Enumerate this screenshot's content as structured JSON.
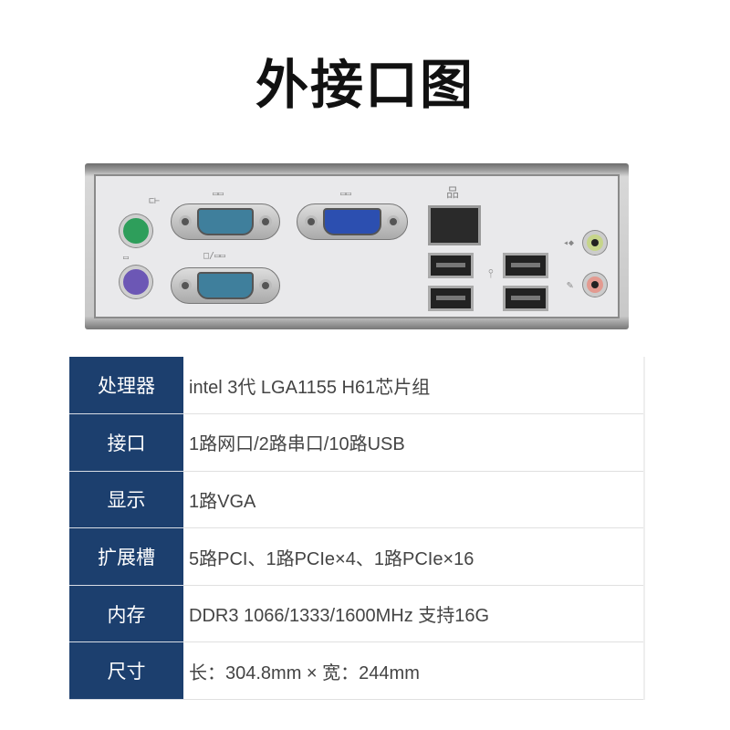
{
  "title": "外接口图",
  "panel": {
    "ports": [
      "ps2-keyboard",
      "ps2-mouse",
      "com1",
      "com2",
      "vga",
      "rj45-lan",
      "usb-x4",
      "audio-line-out",
      "audio-mic"
    ],
    "colors": {
      "ps2_kb": "#2e9e5b",
      "ps2_ms": "#6c57b5",
      "com": "#3f7f9c",
      "vga": "#2c4fb0",
      "line_out": "#c6d58a",
      "mic": "#e39a90"
    }
  },
  "specs": [
    {
      "label": "处理器",
      "value": "intel 3代 LGA1155 H61芯片组"
    },
    {
      "label": "接口",
      "value": "1路网口/2路串口/10路USB"
    },
    {
      "label": "显示",
      "value": "1路VGA"
    },
    {
      "label": "扩展槽",
      "value": "5路PCI、1路PCIe×4、1路PCIe×16"
    },
    {
      "label": "内存",
      "value": "DDR3 1066/1333/1600MHz 支持16G"
    },
    {
      "label": "尺寸",
      "value": "长：304.8mm × 宽：244mm"
    }
  ]
}
